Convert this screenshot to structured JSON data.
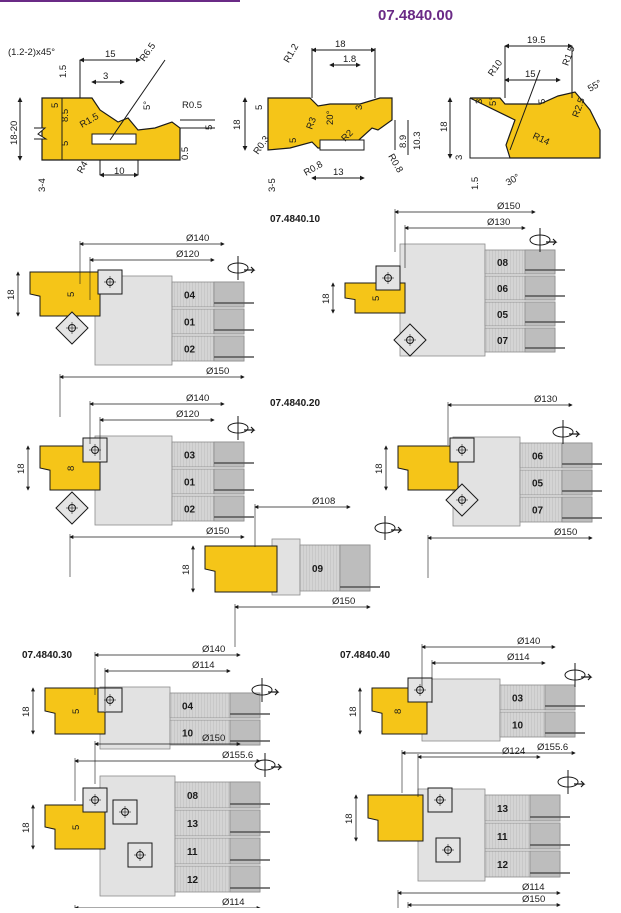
{
  "header": {
    "article": "07.4840.00",
    "accent": "#6a2a86"
  },
  "colors": {
    "wood": "#f5c518",
    "steel": "#c9c9c9",
    "steel_dark": "#8c8c8c",
    "line": "#1a1a1a"
  },
  "profiles": {
    "p1": {
      "labels": [
        "(1.2-2)x45°",
        "15",
        "R6.5",
        "1.5",
        "3",
        "5",
        "8.5",
        "18-20",
        "R1.5",
        "5",
        "5°",
        "R0.5",
        "5",
        "0.5",
        "R4",
        "10",
        "3-4"
      ]
    },
    "p2": {
      "labels": [
        "18",
        "R1.2",
        "1.8",
        "5",
        "18",
        "3",
        "20°",
        "R3",
        "R0.3",
        "5",
        "R2",
        "8.9",
        "10.3",
        "R0.8",
        "R0.8",
        "13",
        "3-5"
      ]
    },
    "p3": {
      "labels": [
        "19.5",
        "R1.5",
        "R10",
        "15",
        "55°",
        "3",
        "5°",
        "5",
        "18",
        "R14",
        "R2.5",
        "3",
        "1.5",
        "30°"
      ]
    }
  },
  "sections": {
    "s10": "07.4840.10",
    "s20": "07.4840.20",
    "s30": "07.4840.30",
    "s40": "07.4840.40"
  },
  "tools": [
    {
      "id": "A",
      "d_top": "Ø140",
      "d_mid": "Ø120",
      "d_bot": "Ø150",
      "height": "18",
      "cut": "5",
      "parts": [
        "04",
        "01",
        "02"
      ]
    },
    {
      "id": "B",
      "d_top": "Ø150",
      "d_mid": "Ø130",
      "d_bot": "",
      "height": "18",
      "cut": "5",
      "parts": [
        "08",
        "06",
        "05",
        "07"
      ]
    },
    {
      "id": "C",
      "d_top": "Ø140",
      "d_mid": "Ø120",
      "d_bot": "Ø150",
      "height": "18",
      "cut": "8",
      "parts": [
        "03",
        "01",
        "02"
      ]
    },
    {
      "id": "D",
      "d_top": "Ø130",
      "d_mid": "",
      "d_bot": "Ø150",
      "height": "18",
      "cut": "",
      "parts": [
        "06",
        "05",
        "07"
      ]
    },
    {
      "id": "E",
      "d_top": "Ø108",
      "d_mid": "",
      "d_bot": "Ø150",
      "height": "18",
      "cut": "",
      "parts": [
        "09"
      ]
    },
    {
      "id": "F",
      "d_top": "Ø140",
      "d_mid": "Ø114",
      "d_bot": "Ø155.6",
      "height": "18",
      "cut": "5",
      "parts": [
        "04",
        "10"
      ]
    },
    {
      "id": "G",
      "d_top": "Ø140",
      "d_mid": "Ø114",
      "d_bot": "Ø155.6",
      "height": "18",
      "cut": "8",
      "parts": [
        "03",
        "10"
      ]
    },
    {
      "id": "H",
      "d_top": "Ø150",
      "d_mid": "",
      "d_bot": "Ø114",
      "height": "18",
      "cut": "5",
      "parts": [
        "08",
        "13",
        "11",
        "12"
      ]
    },
    {
      "id": "I",
      "d_top": "Ø124",
      "d_mid": "",
      "d_bot": "Ø114",
      "d_bot2": "Ø150",
      "height": "18",
      "cut": "",
      "parts": [
        "13",
        "11",
        "12"
      ]
    }
  ]
}
